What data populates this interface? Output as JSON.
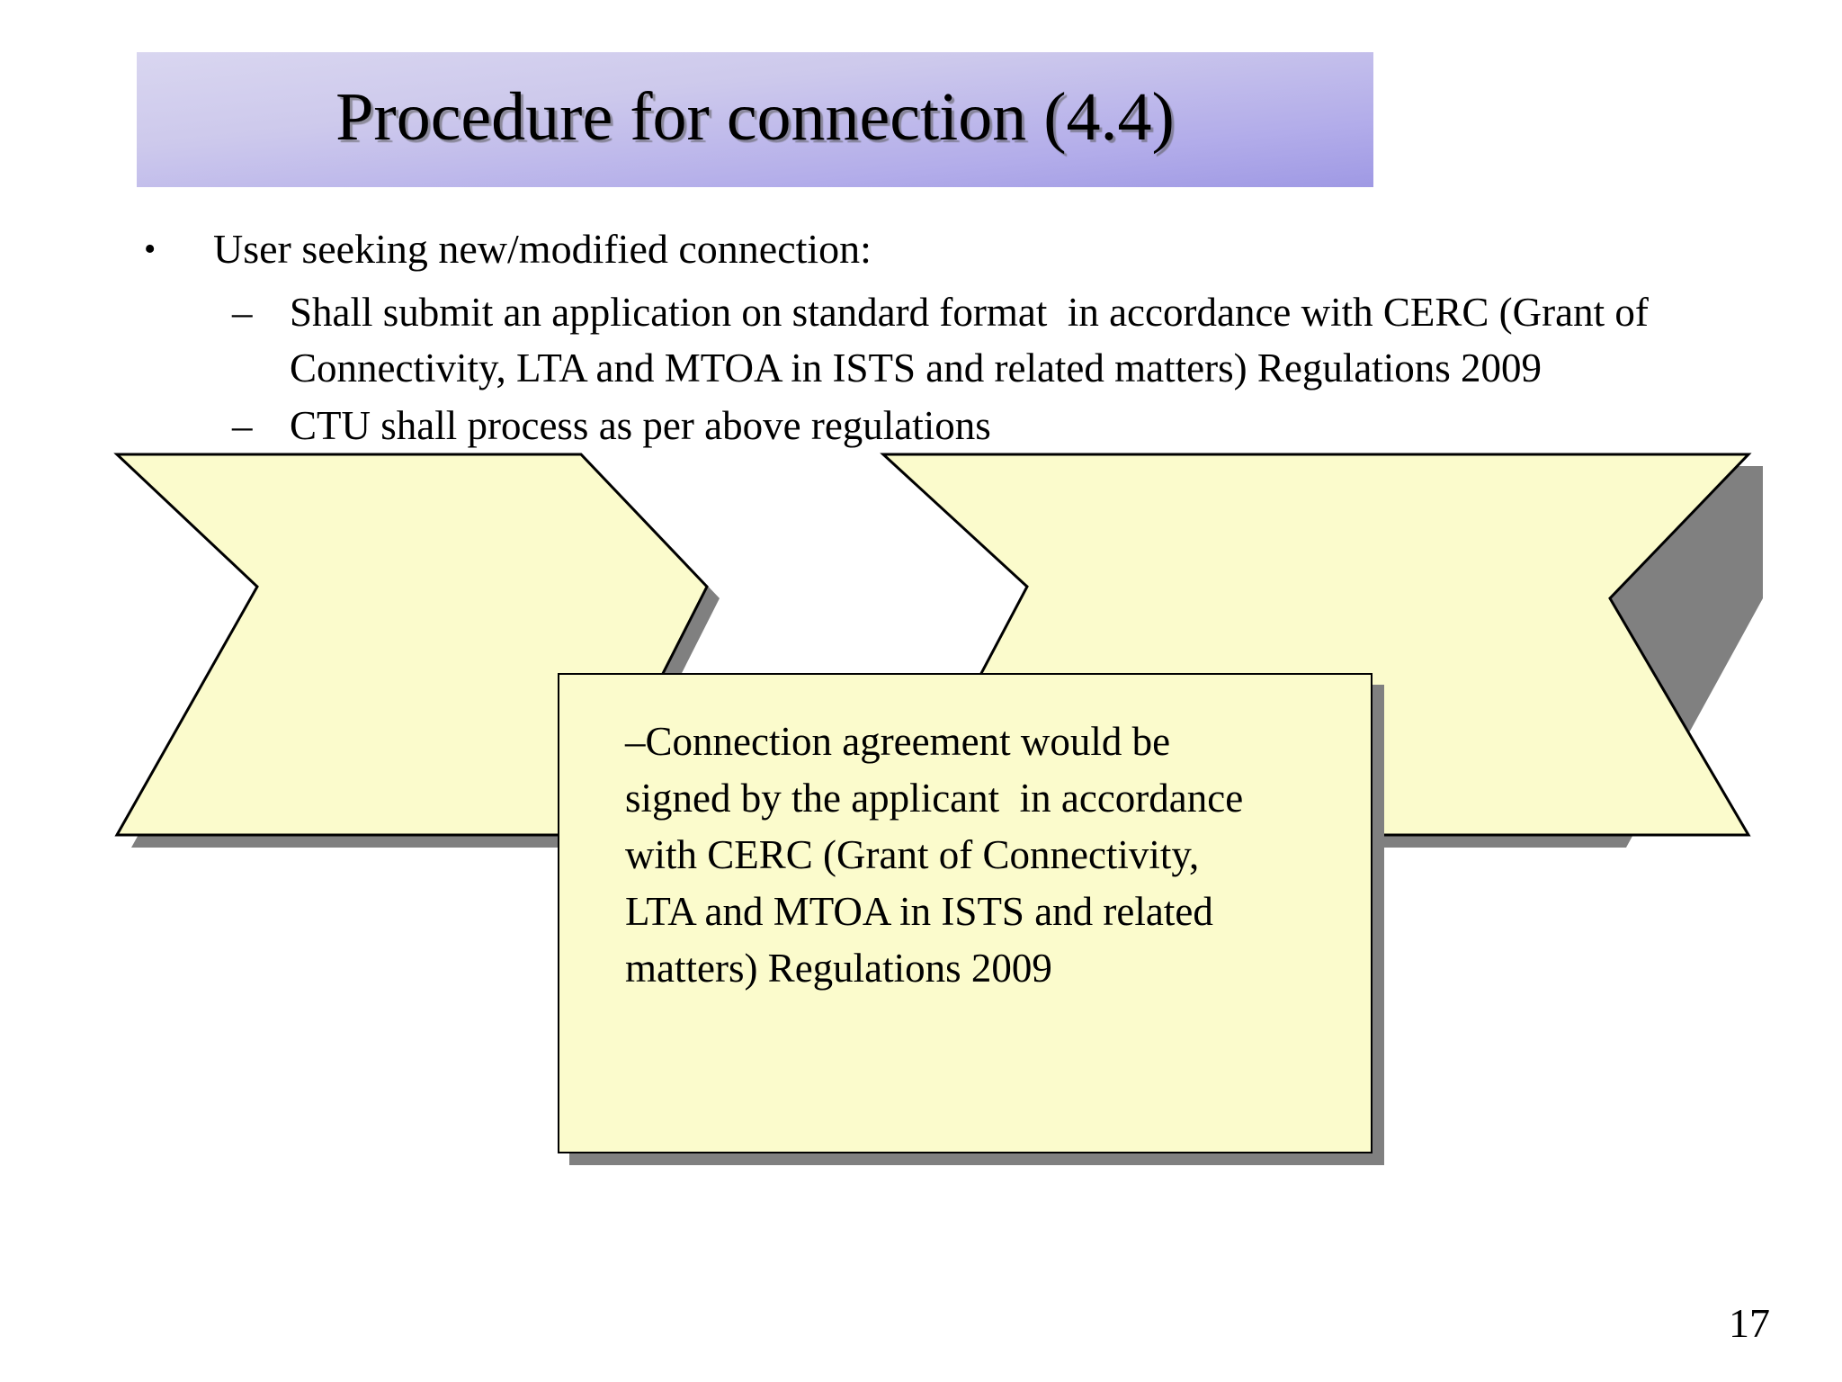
{
  "slide": {
    "title": "Procedure for connection (4.4)",
    "page_number": "17",
    "accent_color_light": "#d9d6f0",
    "accent_color_dark": "#9f99e4",
    "shape_fill": "#fbfbcc",
    "shape_outline": "#000000",
    "shadow_color": "#808080"
  },
  "bullets": {
    "level1": {
      "marker": "•",
      "text": "User seeking  new/modified connection:"
    },
    "level2": [
      {
        "marker": "–",
        "text": "Shall submit an application on standard format  in accordance with CERC (Grant of Connectivity, LTA and MTOA in ISTS and related matters) Regulations 2009"
      },
      {
        "marker": "–",
        "text": "CTU shall process as per above regulations"
      }
    ]
  },
  "callout": {
    "text": "–Connection agreement would be signed by the applicant  in accordance with CERC (Grant of Connectivity, LTA and MTOA in ISTS and related matters) Regulations 2009"
  }
}
